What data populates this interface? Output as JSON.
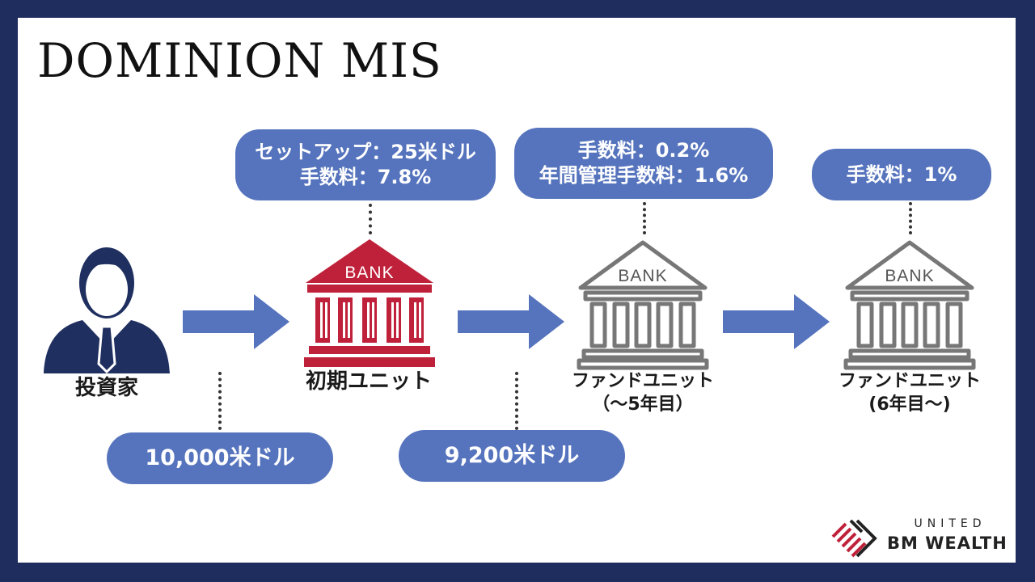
{
  "title": "DOMINION MIS",
  "fees": {
    "initial": [
      "セットアップ：25米ドル",
      "手数料：7.8%"
    ],
    "fund_1_5": [
      "手数料：0.2%",
      "年間管理手数料：1.6%"
    ],
    "fund_6": [
      "手数料：1%"
    ]
  },
  "nodes": {
    "investor": {
      "label": "投資家",
      "icon": "businessman-icon"
    },
    "initial_unit": {
      "label": "初期ユニット",
      "icon": "bank-icon",
      "icon_text": "BANK",
      "color": "#c0213a"
    },
    "fund_unit_1_5": {
      "label_lines": [
        "ファンドユニット",
        "（〜5年目）"
      ],
      "icon": "bank-icon",
      "icon_text": "BANK",
      "color": "#777777"
    },
    "fund_unit_6": {
      "label_lines": [
        "ファンドユニット",
        "(6年目〜)"
      ],
      "icon": "bank-icon",
      "icon_text": "BANK",
      "color": "#777777"
    }
  },
  "amounts": {
    "invested": "10,000米ドル",
    "after_fees": "9,200米ドル"
  },
  "brand": {
    "united": "UNITED",
    "name": "BM WEALTH",
    "logo_icon": "bm-wealth-logo-icon"
  },
  "colors": {
    "frame": "#1e2d5e",
    "pill": "#5674bd",
    "arrow": "#5674bd",
    "bank_red": "#c0213a",
    "bank_gray": "#777777",
    "investor": "#1f2f5f"
  }
}
